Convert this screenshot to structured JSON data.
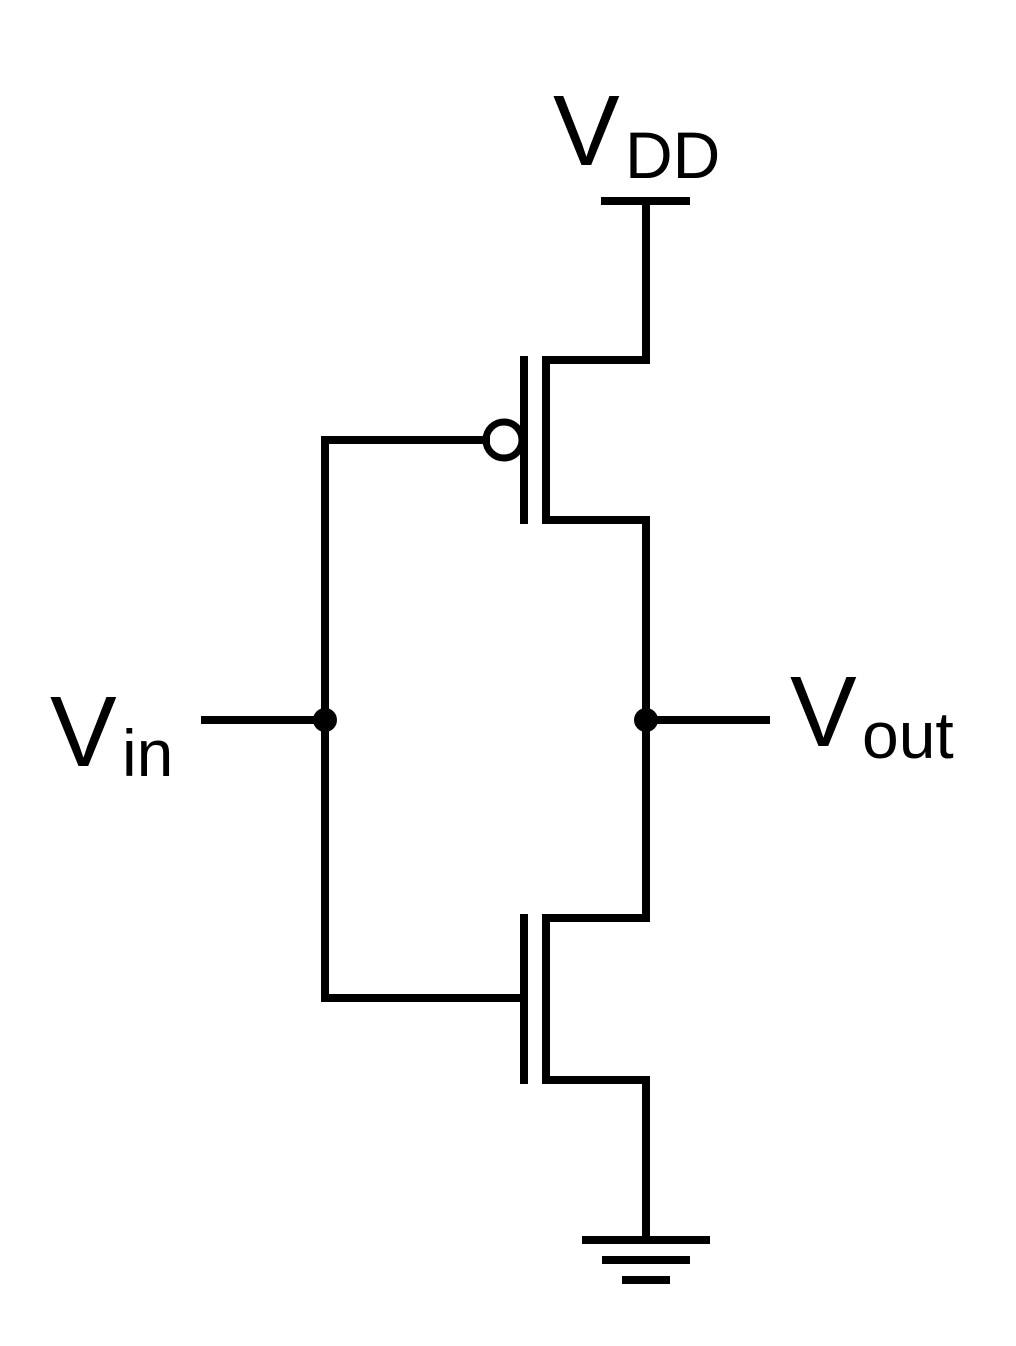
{
  "diagram": {
    "labels": {
      "vdd": {
        "main": "V",
        "sub": "DD"
      },
      "vin": {
        "main": "V",
        "sub": "in"
      },
      "vout": {
        "main": "V",
        "sub": "out"
      }
    },
    "colors": {
      "line": "#000000",
      "background": "#ffffff"
    }
  }
}
